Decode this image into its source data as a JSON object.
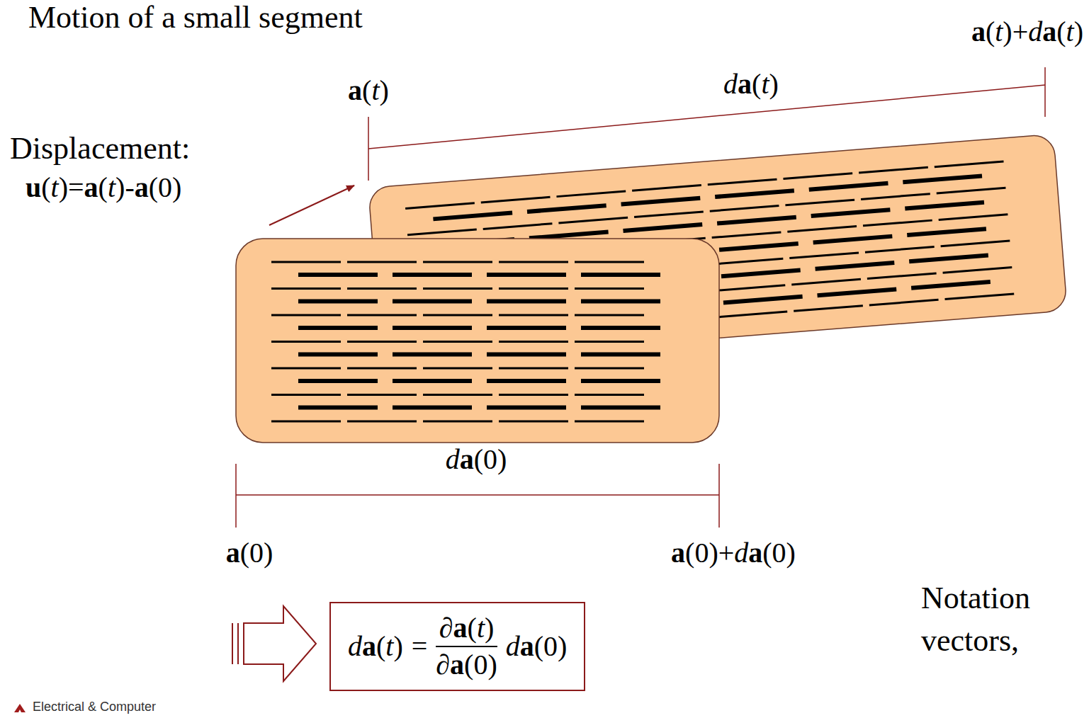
{
  "diagram": {
    "title": "Motion of a small segment",
    "nodes": [
      {
        "text": [
          "da(t)",
          "=",
          "∂a(t)",
          "∂a(0)",
          "da(0)"
        ]
      }
    ],
    "labels": [
      "a(t)+da(t)",
      "a(t)",
      "da(t)",
      "Displacement:",
      "u(t)=a(t)-a(0)",
      "Notation",
      "vectors,",
      "da(0)",
      "a(0)",
      "a(0)+da(0)",
      "Electrical & Computer"
    ]
  }
}
